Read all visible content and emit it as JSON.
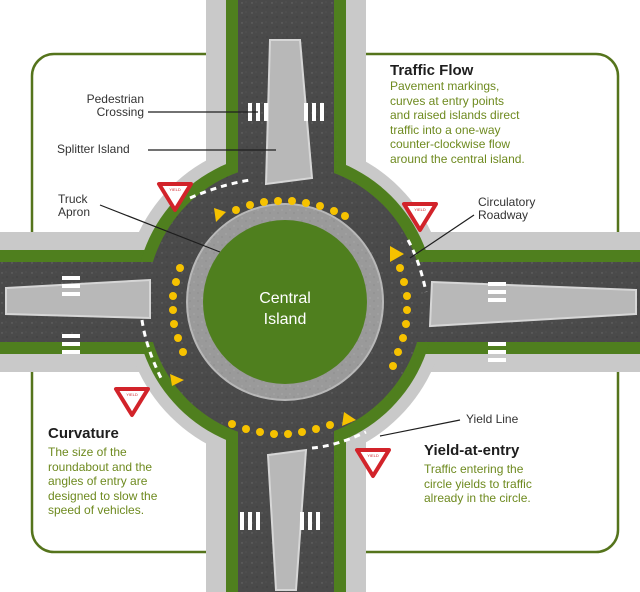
{
  "labels": {
    "pedestrian_crossing": [
      "Pedestrian",
      "Crossing"
    ],
    "splitter_island": "Splitter Island",
    "truck_apron": [
      "Truck",
      "Apron"
    ],
    "circulatory_roadway": [
      "Circulatory",
      "Roadway"
    ],
    "yield_line": "Yield Line",
    "central_island": [
      "Central",
      "Island"
    ]
  },
  "panels": {
    "traffic_flow": {
      "title": "Traffic Flow",
      "body": [
        "Pavement markings,",
        "curves at entry points",
        "and raised islands direct",
        "traffic into a one-way",
        "counter-clockwise flow",
        "around the central island."
      ]
    },
    "curvature": {
      "title": "Curvature",
      "body": [
        "The size of the",
        "roundabout and the",
        "angles of entry are",
        "designed to slow the",
        "speed of vehicles."
      ]
    },
    "yield_at_entry": {
      "title": "Yield-at-entry",
      "body": [
        "Traffic entering the",
        "circle yields to traffic",
        "already in the circle."
      ]
    }
  },
  "yield_sign_text": "YIELD",
  "colors": {
    "asphalt": "#4a4a4a",
    "apron": "#9a9a9a",
    "grass": "#4f7f1e",
    "sidewalk": "#c9c9c9",
    "frame_green": "#55741c",
    "marker_yellow": "#f6c200",
    "yield_red": "#d2232a",
    "panel_text": "#6e8a1f"
  }
}
